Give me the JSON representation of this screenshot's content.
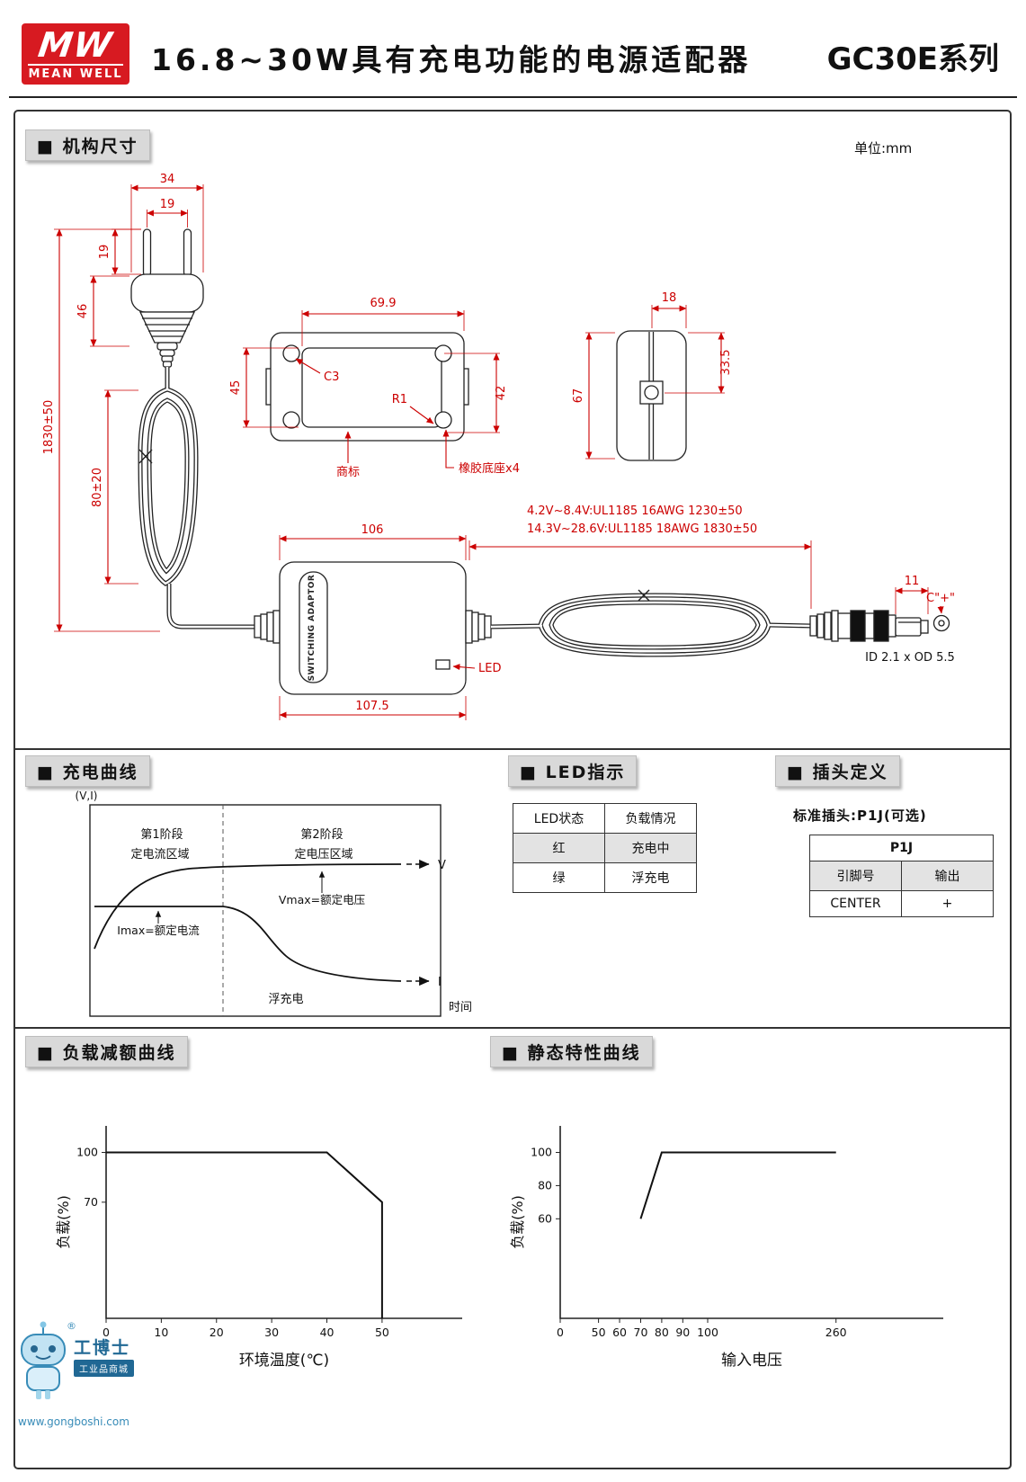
{
  "header": {
    "logo_mw": "MW",
    "logo_name": "MEAN WELL",
    "title": "16.8~30W具有充电功能的电源适配器",
    "series": "GC30E",
    "series_suffix": "系列"
  },
  "mech": {
    "section_title": "■ 机构尺寸",
    "unit": "单位:mm",
    "plug": {
      "w34": "34",
      "w19": "19",
      "h19": "19",
      "h46": "46",
      "cord_len": "1830±50",
      "coil_len": "80±20"
    },
    "top_view": {
      "w699": "69.9",
      "h45": "45",
      "h42": "42",
      "c3": "C3",
      "r1": "R1",
      "logo_label": "商标",
      "feet_label": "橡胶底座x4"
    },
    "side_view": {
      "w18": "18",
      "h335": "33.5",
      "h67": "67"
    },
    "adapter": {
      "w106": "106",
      "w1075": "107.5",
      "led": "LED",
      "body_text": "SWITCHING ADAPTOR",
      "cable_note1": "4.2V~8.4V:UL1185 16AWG 1230±50",
      "cable_note2": "14.3V~28.6V:UL1185 18AWG 1830±50",
      "tip_len": "11",
      "cplus": "C\"+\"",
      "plug_od": "ID 2.1 x OD 5.5"
    }
  },
  "charge": {
    "section_title": "■ 充电曲线",
    "y_axis": "(V,I)",
    "x_axis": "时间",
    "stage1": "第1阶段",
    "stage1_desc": "定电流区域",
    "stage2": "第2阶段",
    "stage2_desc": "定电压区域",
    "v_label": "V",
    "i_label": "I",
    "vmax": "Vmax=额定电压",
    "imax": "Imax=额定电流",
    "float_charge": "浮充电"
  },
  "led": {
    "section_title": "■ LED指示",
    "headers": [
      "LED状态",
      "负载情况"
    ],
    "rows": [
      [
        "红",
        "充电中"
      ],
      [
        "绿",
        "浮充电"
      ]
    ]
  },
  "plug_def": {
    "section_title": "■ 插头定义",
    "note": "标准插头:P1J(可选)",
    "table_title": "P1J",
    "headers": [
      "引脚号",
      "输出"
    ],
    "rows": [
      [
        "CENTER",
        "+"
      ]
    ]
  },
  "derating": {
    "section_title": "■ 负载减额曲线"
  },
  "static_curve": {
    "section_title": "■ 静态特性曲线"
  },
  "chart_data": [
    {
      "type": "line",
      "title": "负载减额曲线",
      "xlabel": "环境温度(℃)",
      "ylabel": "负载(%)",
      "x_ticks": [
        0,
        10,
        20,
        30,
        40,
        50
      ],
      "x_tick_pos": [
        0,
        0.155,
        0.31,
        0.465,
        0.62,
        0.775
      ],
      "y_ticks": [
        70,
        100
      ],
      "xlim": [
        0,
        64
      ],
      "ylim": [
        0,
        116
      ],
      "grid": false,
      "legend": "none",
      "points": [
        [
          0,
          100
        ],
        [
          40,
          100
        ],
        [
          50,
          70
        ],
        [
          50,
          0
        ]
      ]
    },
    {
      "type": "line",
      "title": "静态特性曲线",
      "xlabel": "输入电压",
      "ylabel": "负载(%)",
      "x_ticks": [
        0,
        50,
        60,
        70,
        80,
        90,
        100,
        260
      ],
      "x_tick_pos": [
        0,
        0.1,
        0.155,
        0.21,
        0.265,
        0.32,
        0.385,
        0.72
      ],
      "y_ticks": [
        60,
        80,
        100
      ],
      "xlim": [
        0,
        280
      ],
      "ylim": [
        0,
        116
      ],
      "grid": false,
      "legend": "none",
      "points": [
        [
          70,
          60
        ],
        [
          80,
          100
        ],
        [
          260,
          100
        ]
      ]
    }
  ],
  "watermark": {
    "reg": "®",
    "name": "工博士",
    "tagline": "工业品商城",
    "url": "www.gongboshi.com"
  }
}
